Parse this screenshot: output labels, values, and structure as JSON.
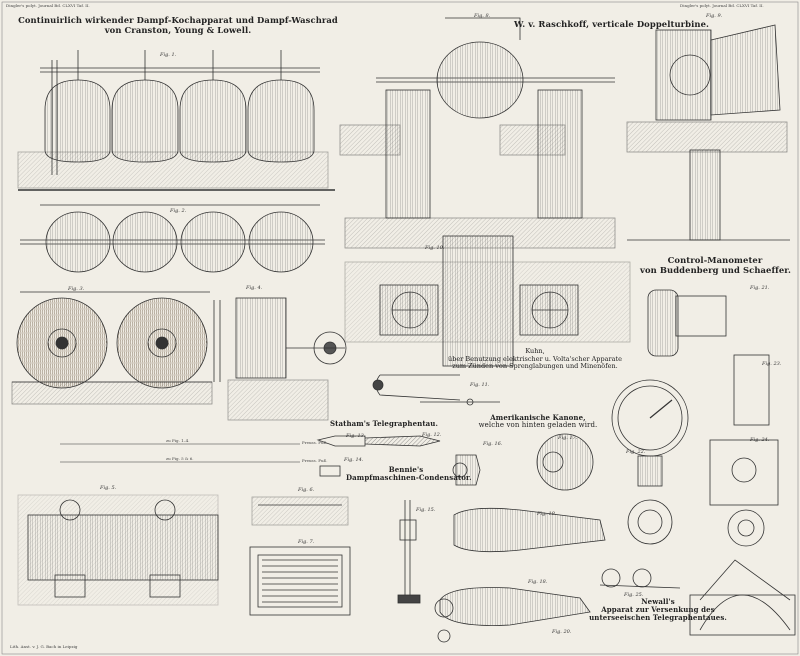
{
  "header": {
    "left": "Dingler's polyt. Journal Bd. CLXVI Taf. II.",
    "right": "Dingler's polyt. Journal Bd. CLXVI Taf. II."
  },
  "titles": {
    "autoclave": [
      "Continuirlich wirkender Dampf-Kochapparat und Dampf-Waschrad",
      "von Cranston, Young & Lowell."
    ],
    "turbine": "W. v. Raschkoff, verticale Doppelturbine.",
    "manometer": [
      "Control-Manometer",
      "von Buddenberg und Schaeffer."
    ],
    "kuhn": [
      "Kuhn,",
      "über Benutzung elektrischer u. Volta'scher Apparate",
      "zum Zünden von Sprenglabungen und Minenöfen."
    ],
    "statham": "Statham's Telegraphentau.",
    "bennie": [
      "Bennie's",
      "Dampfmaschinen-Condensator."
    ],
    "cannon": [
      "Amerikanische Kanone,",
      "welche von hinten geladen wird."
    ],
    "newall": [
      "Newall's",
      "Apparat zur Versenkung des",
      "unterseeischen Telegraphentaues."
    ]
  },
  "figs": {
    "f1": "Fig. 1.",
    "f2": "Fig. 2.",
    "f3": "Fig. 3.",
    "f4": "Fig. 4.",
    "f5": "Fig. 5.",
    "f6": "Fig. 6.",
    "f7": "Fig. 7.",
    "f8": "Fig. 8.",
    "f9": "Fig. 9.",
    "f10": "Fig. 10.",
    "f11": "Fig. 11.",
    "f12": "Fig. 12.",
    "f13": "Fig. 13.",
    "f14": "Fig. 14.",
    "f15": "Fig. 15.",
    "f16": "Fig. 16.",
    "f17": "Fig. 17.",
    "f18": "Fig. 18.",
    "f19": "Fig. 19.",
    "f20": "Fig. 20.",
    "f21": "Fig. 21.",
    "f22": "Fig. 22.",
    "f23": "Fig. 23.",
    "f24": "Fig. 24.",
    "f25": "Fig. 25."
  },
  "scale": {
    "s14": "zu Fig. 1–4.",
    "s57": "zu Fig. 5 & 6.",
    "unit": "Preuss. Fuß."
  },
  "footer": "Lith. Anst. v. J. G. Bach in Leipzig"
}
